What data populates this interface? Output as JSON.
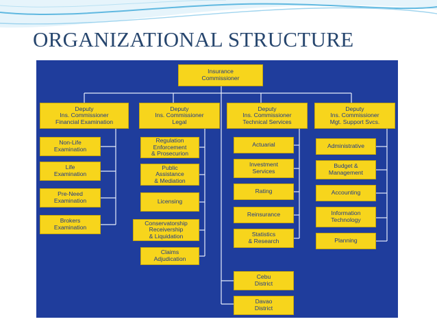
{
  "slide": {
    "title": "ORGANIZATIONAL STRUCTURE"
  },
  "org_chart": {
    "root": "Insurance\nCommissioner",
    "branches": [
      {
        "head": "Deputy\nIns. Commissioner\nFinancial Examination",
        "units": [
          "Non-Life\nExamination",
          "Life\nExamination",
          "Pre-Need\nExamination",
          "Brokers\nExamination"
        ]
      },
      {
        "head": "Deputy\nIns. Commissioner\nLegal",
        "units": [
          "Regulation\nEnforcement\n& Prosecurion",
          "Public\nAssistance\n& Mediation",
          "Licensing",
          "Conservatorship\nReceivership\n& Liquidation",
          "Claims\nAdjudication"
        ]
      },
      {
        "head": "Deputy\nIns. Commissioner\nTechnical Services",
        "units": [
          "Actuarial",
          "Investment\nServices",
          "Rating",
          "Reinsurance",
          "Statistics\n& Research"
        ]
      },
      {
        "head": "Deputy\nIns. Commissioner\nMgt. Support Svcs.",
        "units": [
          "Administrative",
          "Budget &\nManagement",
          "Accounting",
          "Information\nTechnology",
          "Planning"
        ]
      }
    ],
    "district_offices": [
      "Cebu\nDistrict",
      "Davao\nDistrict"
    ]
  },
  "colors": {
    "title": "#27466e",
    "panel": "#1f3d9c",
    "box": "#f7d51c",
    "box_text": "#1f3a8a",
    "lines": "#e8eefc",
    "swoosh": "#5fb8e0"
  }
}
